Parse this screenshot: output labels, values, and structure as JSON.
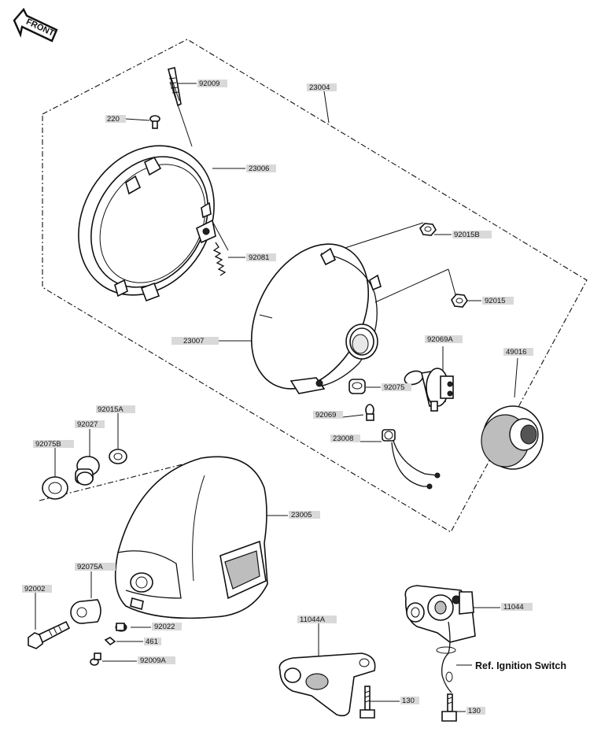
{
  "front_label": "FRONT",
  "ref_text": "Ref. Ignition Switch",
  "labels": {
    "p92009": "92009",
    "p23004": "23004",
    "p220": "220",
    "p23006": "23006",
    "p92015B": "92015B",
    "p92081": "92081",
    "p92015": "92015",
    "p23007": "23007",
    "p92069A": "92069A",
    "p49016": "49016",
    "p92015A": "92015A",
    "p92027": "92027",
    "p92075": "92075",
    "p92075B": "92075B",
    "p92069": "92069",
    "p23008": "23008",
    "p23005": "23005",
    "p92075A": "92075A",
    "p92002": "92002",
    "p11044": "11044",
    "p92022": "92022",
    "p11044A": "11044A",
    "p461": "461",
    "p92009A": "92009A",
    "p130a": "130",
    "p130b": "130"
  }
}
